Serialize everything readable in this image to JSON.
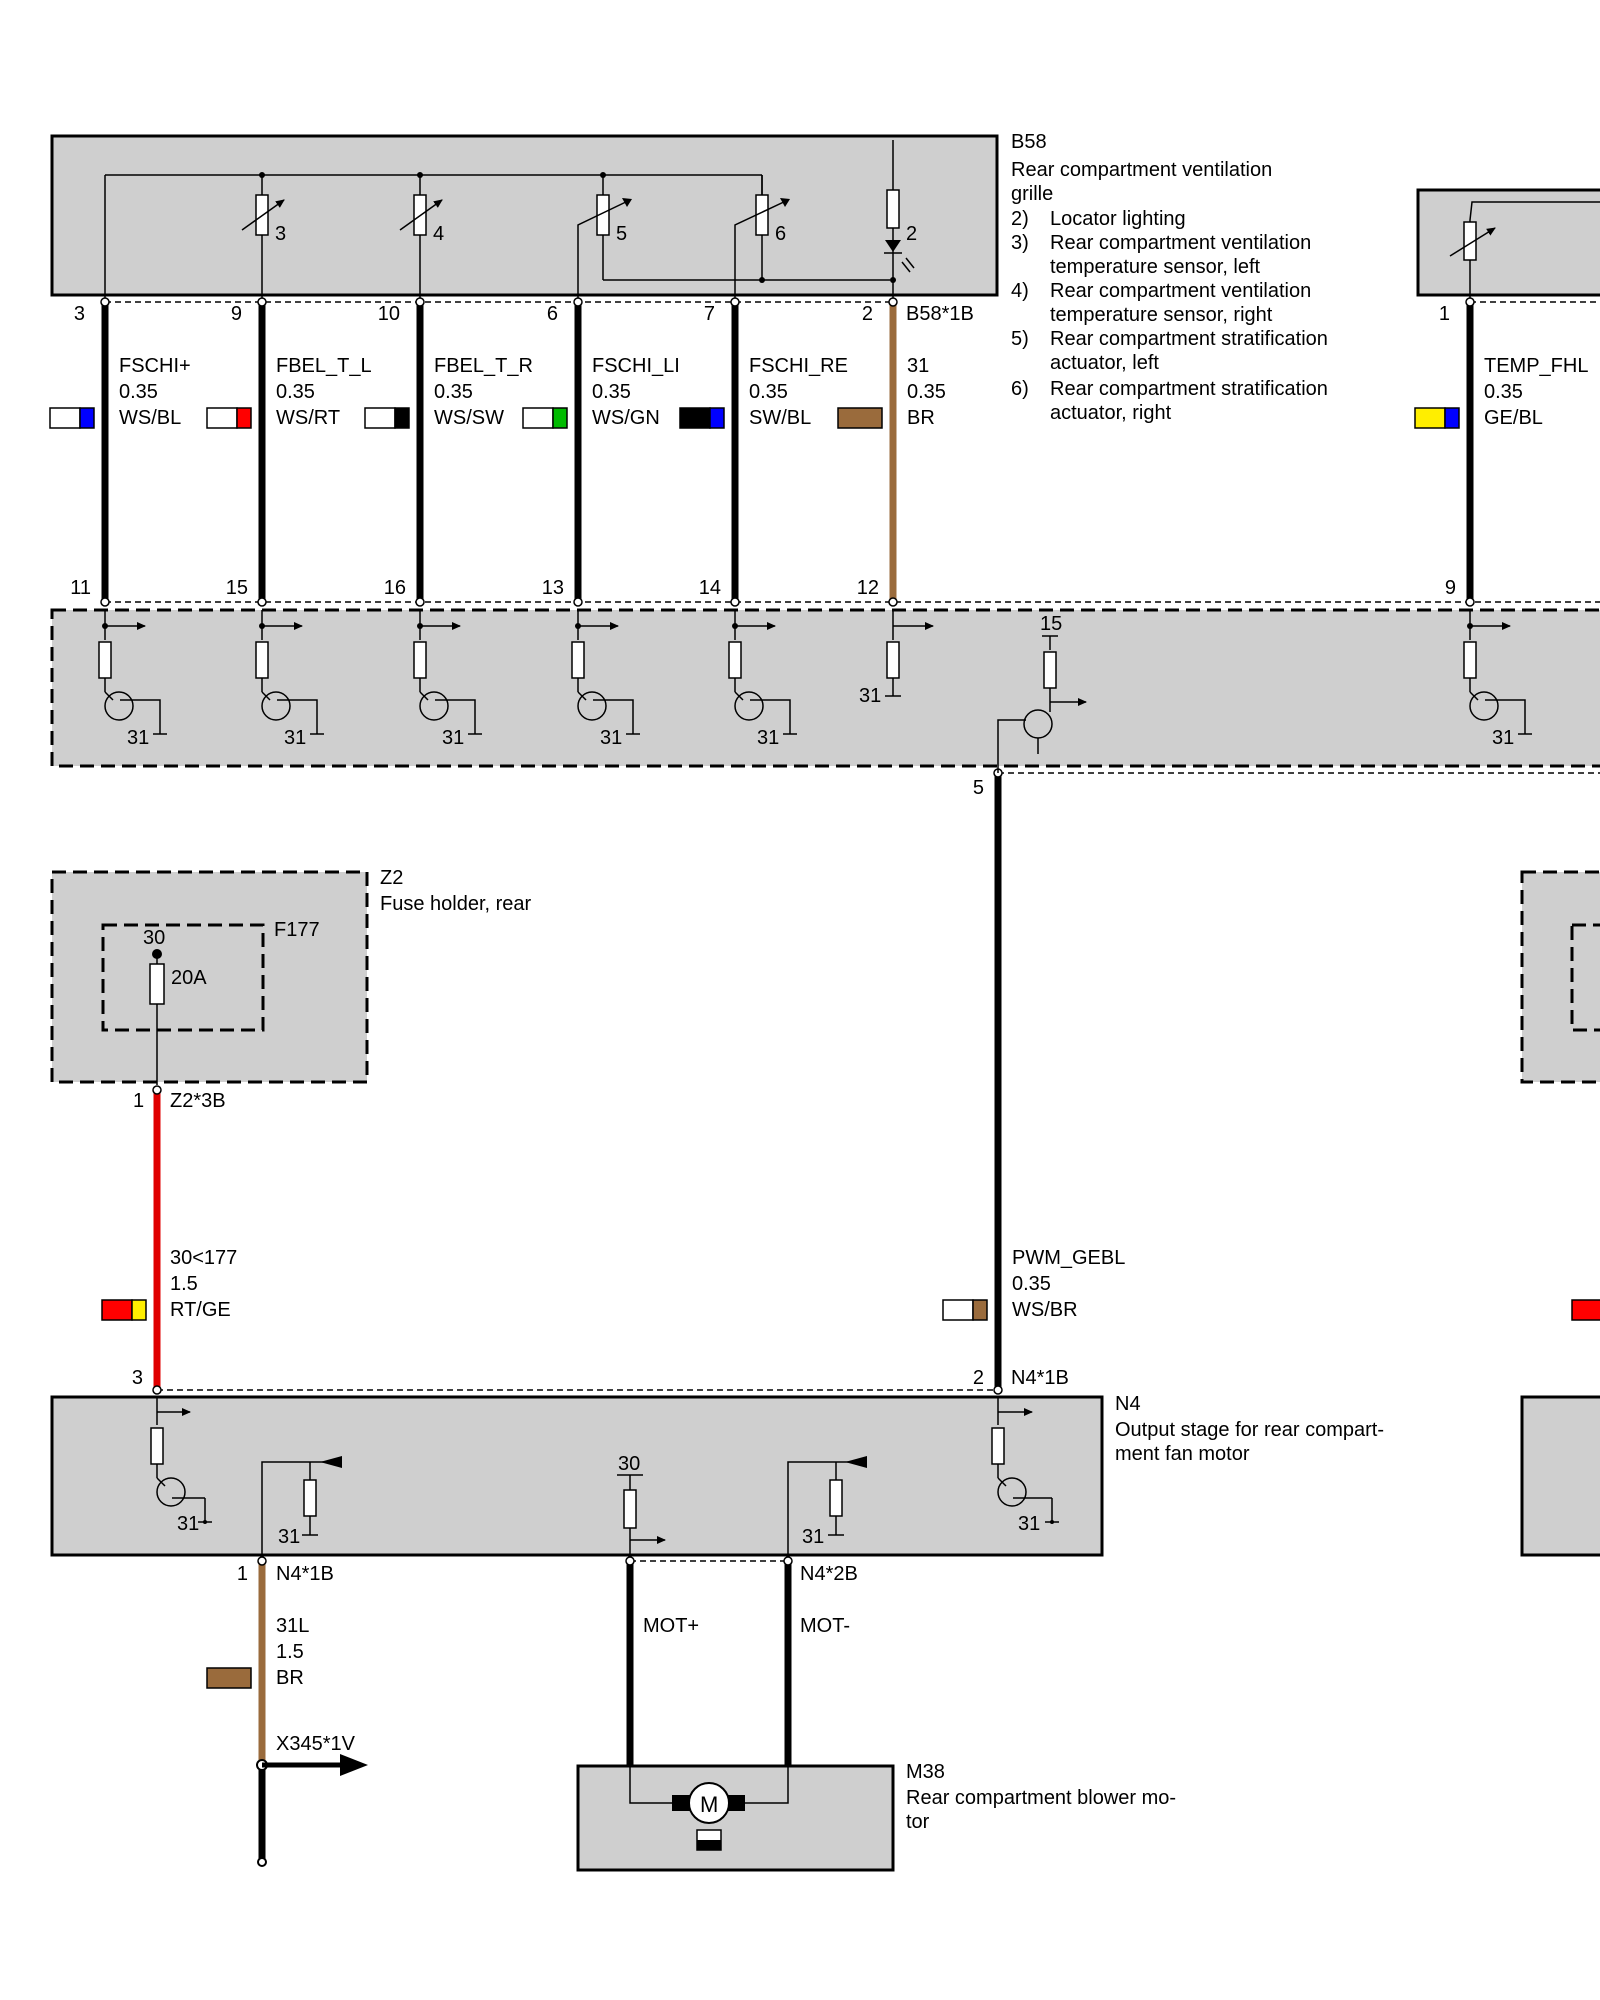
{
  "colors": {
    "wire_default": "#000000",
    "wire_brown": "#9a6b3c",
    "wire_red": "#e00000",
    "box_fill": "#cfcfcf",
    "WS": "#ffffff",
    "BL": "#0000ff",
    "RT": "#ff0000",
    "SW": "#000000",
    "GN": "#00bb00",
    "GE": "#ffee00",
    "BR": "#9a6b3c"
  },
  "components": {
    "b58": {
      "id": "B58",
      "name_lines": [
        "Rear compartment ventilation",
        "grille"
      ],
      "legend": [
        {
          "num": "2)",
          "lines": [
            "Locator lighting"
          ]
        },
        {
          "num": "3)",
          "lines": [
            "Rear compartment ventilation",
            "temperature sensor, left"
          ]
        },
        {
          "num": "4)",
          "lines": [
            "Rear compartment ventilation",
            "temperature sensor, right"
          ]
        },
        {
          "num": "5)",
          "lines": [
            "Rear compartment stratification",
            "actuator, left"
          ]
        },
        {
          "num": "6)",
          "lines": [
            "Rear compartment stratification",
            "actuator, right"
          ]
        }
      ],
      "element_nums": [
        "3",
        "4",
        "5",
        "6",
        "2"
      ],
      "connector": "B58*1B"
    },
    "z2": {
      "id": "Z2",
      "name": "Fuse holder, rear",
      "connector": "Z2*3B",
      "pin": "1"
    },
    "f177": {
      "id": "F177",
      "rating": "20A",
      "terminal": "30"
    },
    "n4": {
      "id": "N4",
      "name_lines": [
        "Output stage for rear compart-",
        "ment fan motor"
      ],
      "connector_top": "N4*1B",
      "connector_bottom_left": "N4*1B",
      "connector_bottom_right": "N4*2B",
      "terminal_30": "30",
      "ground": "31"
    },
    "m38": {
      "id": "M38",
      "name_lines": [
        "Rear compartment blower mo-",
        "tor"
      ]
    },
    "module": {
      "pwm_pin": "5",
      "terminal_15": "15",
      "ground": "31",
      "partial_pin": "3"
    },
    "x345": {
      "label": "X345*1V"
    }
  },
  "wires": [
    {
      "pin_top": "3",
      "pin_bottom": "11",
      "signal": "FSCHI+",
      "gauge": "0.35",
      "code": "WS/BL",
      "c1": "WS",
      "c2": "BL"
    },
    {
      "pin_top": "9",
      "pin_bottom": "15",
      "signal": "FBEL_T_L",
      "gauge": "0.35",
      "code": "WS/RT",
      "c1": "WS",
      "c2": "RT"
    },
    {
      "pin_top": "10",
      "pin_bottom": "16",
      "signal": "FBEL_T_R",
      "gauge": "0.35",
      "code": "WS/SW",
      "c1": "WS",
      "c2": "SW"
    },
    {
      "pin_top": "6",
      "pin_bottom": "13",
      "signal": "FSCHI_LI",
      "gauge": "0.35",
      "code": "WS/GN",
      "c1": "WS",
      "c2": "GN"
    },
    {
      "pin_top": "7",
      "pin_bottom": "14",
      "signal": "FSCHI_RE",
      "gauge": "0.35",
      "code": "SW/BL",
      "c1": "SW",
      "c2": "BL"
    },
    {
      "pin_top": "2",
      "pin_bottom": "12",
      "signal": "31",
      "gauge": "0.35",
      "code": "BR",
      "c1": "BR",
      "c2": ""
    },
    {
      "pin_top": "1",
      "pin_bottom": "9",
      "signal": "TEMP_FHL",
      "gauge": "0.35",
      "code": "GE/BL",
      "c1": "GE",
      "c2": "BL"
    }
  ],
  "pwm_wire": {
    "pin_top": "5",
    "pin_bottom": "2",
    "signal": "PWM_GEBL",
    "gauge": "0.35",
    "code": "WS/BR",
    "c1": "WS",
    "c2": "BR"
  },
  "fuse_wire": {
    "pin_bottom": "3",
    "signal": "30<177",
    "gauge": "1.5",
    "code": "RT/GE",
    "c1": "RT",
    "c2": "GE"
  },
  "ground_wire": {
    "pin_top": "1",
    "signal": "31L",
    "gauge": "1.5",
    "code": "BR"
  },
  "motor_wires": {
    "plus": "MOT+",
    "minus": "MOT-"
  }
}
